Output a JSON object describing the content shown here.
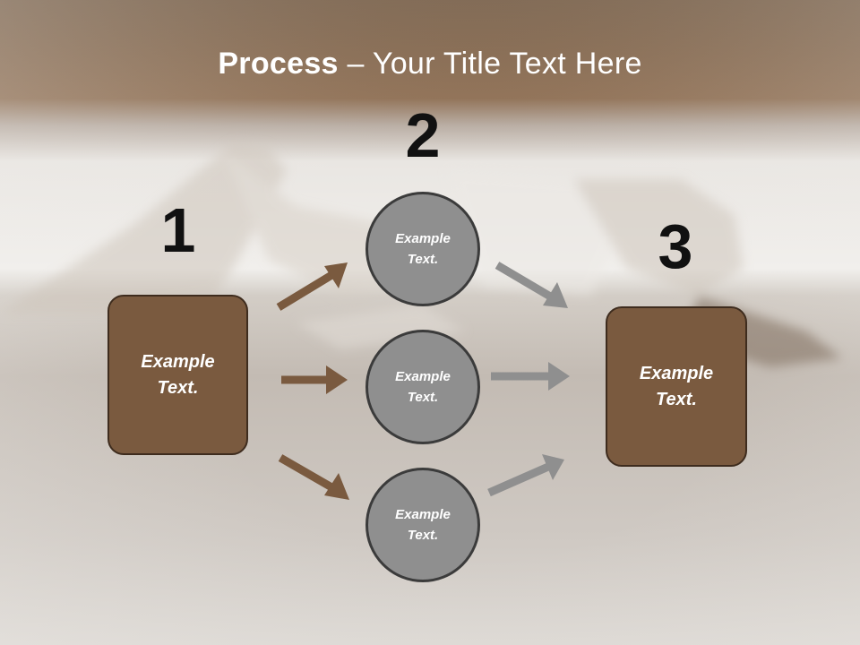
{
  "title": {
    "bold": "Process",
    "rest": " – Your Title Text Here"
  },
  "steps": {
    "one": {
      "number": "1",
      "box_text": "Example\nText."
    },
    "two": {
      "number": "2",
      "circles": [
        "Example\nText.",
        "Example\nText.",
        "Example\nText."
      ]
    },
    "three": {
      "number": "3",
      "box_text": "Example\nText."
    }
  },
  "colors": {
    "box_fill": "#7a5a3f",
    "circle_fill": "#8f8f8f",
    "arrow_brown": "#7a5a3f",
    "arrow_gray": "#8f8f8f",
    "title": "#ffffff"
  }
}
